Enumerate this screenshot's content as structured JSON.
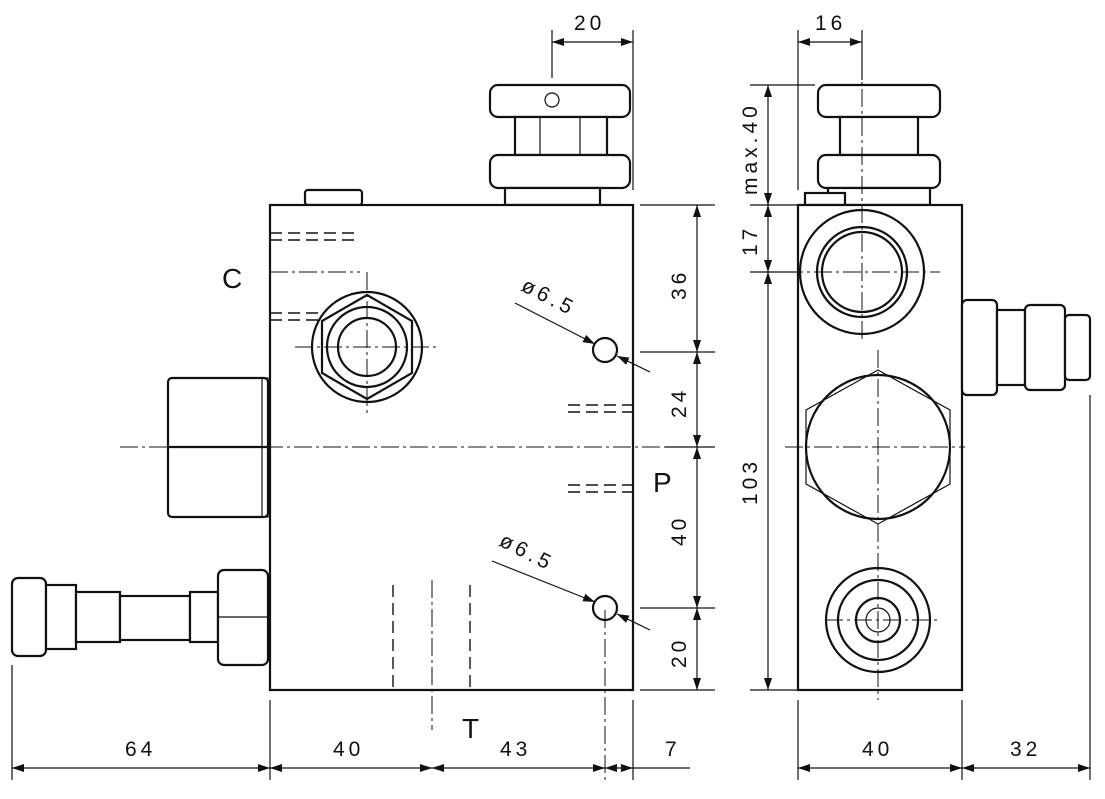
{
  "title": "Valve block dimensional drawing",
  "ports": {
    "c": "C",
    "p": "P",
    "t": "T"
  },
  "front_view": {
    "top": {
      "knob_offset": "20"
    },
    "right": {
      "d1": "36",
      "d2": "24",
      "d3": "40",
      "d4": "20"
    },
    "bottom": {
      "d1": "64",
      "d2": "40",
      "d3": "43",
      "d4": "7"
    },
    "holes": {
      "upper": "ø6.5",
      "lower": "ø6.5"
    }
  },
  "side_view": {
    "top": {
      "knob_offset": "16"
    },
    "left": {
      "knob_height": "max.40",
      "d1": "17",
      "d2": "103"
    },
    "bottom": {
      "width": "40",
      "fitting": "32"
    }
  }
}
